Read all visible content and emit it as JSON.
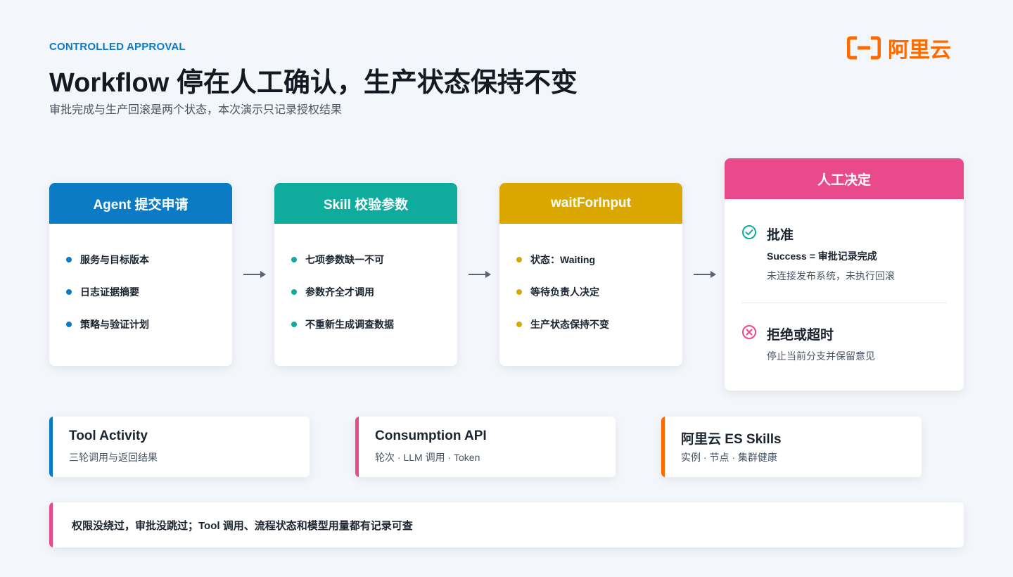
{
  "header": {
    "eyebrow": "CONTROLLED APPROVAL",
    "title": "Workflow 停在人工确认，生产状态保持不变",
    "subtitle": "审批完成与生产回滚是两个状态，本次演示只记录授权结果"
  },
  "logo": {
    "text": "阿里云",
    "color": "#ff6a00"
  },
  "steps": [
    {
      "title": "Agent 提交申请",
      "color": "#0b7bc6",
      "items": [
        "服务与目标版本",
        "日志证据摘要",
        "策略与验证计划"
      ]
    },
    {
      "title": "Skill 校验参数",
      "color": "#0fab9c",
      "items": [
        "七项参数缺一不可",
        "参数齐全才调用",
        "不重新生成调查数据"
      ]
    },
    {
      "title": "waitForInput",
      "color": "#d9a700",
      "items": [
        "状态：Waiting",
        "等待负责人决定",
        "生产状态保持不变"
      ]
    }
  ],
  "decision": {
    "title": "人工决定",
    "color": "#e84a8c",
    "approve": {
      "icon": "check-circle-icon",
      "title": "批准",
      "line1": "Success = 审批记录完成",
      "line2": "未连接发布系统，未执行回滚",
      "color": "#0fab9c"
    },
    "reject": {
      "icon": "x-circle-icon",
      "title": "拒绝或超时",
      "line1": "停止当前分支并保留意见",
      "color": "#e84a8c"
    }
  },
  "stats": [
    {
      "title": "Tool Activity",
      "sub": "三轮调用与返回结果",
      "color": "#0b7bc6"
    },
    {
      "title": "Consumption API",
      "sub": "轮次 · LLM 调用 · Token",
      "color": "#e84a8c"
    },
    {
      "title": "阿里云 ES Skills",
      "sub": "实例 · 节点 · 集群健康",
      "color": "#ff6a00"
    }
  ],
  "footer": {
    "text": "权限没绕过，审批没跳过；Tool 调用、流程状态和模型用量都有记录可查",
    "color": "#e84a8c"
  }
}
